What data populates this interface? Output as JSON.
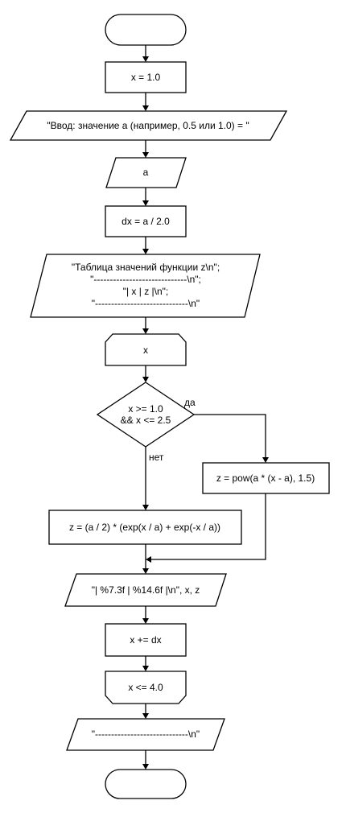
{
  "flowchart": {
    "start_terminal": "",
    "init_x": "x = 1.0",
    "prompt_output": "\"Ввод: значение a (например, 0.5 или 1.0) = \"",
    "input_a": "a",
    "assign_dx": "dx = a / 2.0",
    "table_header": [
      "\"Таблица значений функции z\\n\";",
      "\"-----------------------------\\n\";",
      "\"|    x     |         z       |\\n\";",
      "\"-----------------------------\\n\""
    ],
    "loop_start": "x",
    "condition": [
      "x >= 1.0",
      "&& x <= 2.5"
    ],
    "yes_label": "да",
    "no_label": "нет",
    "yes_branch": "z = pow(a * (x - a), 1.5)",
    "no_branch": "z = (a / 2) * (exp(x / a) + exp(-x / a))",
    "print_row": "\"| %7.3f | %14.6f |\\n\", x, z",
    "increment": "x += dx",
    "loop_end": "x <= 4.0",
    "footer_output": "\"-----------------------------\\n\"",
    "end_terminal": ""
  }
}
